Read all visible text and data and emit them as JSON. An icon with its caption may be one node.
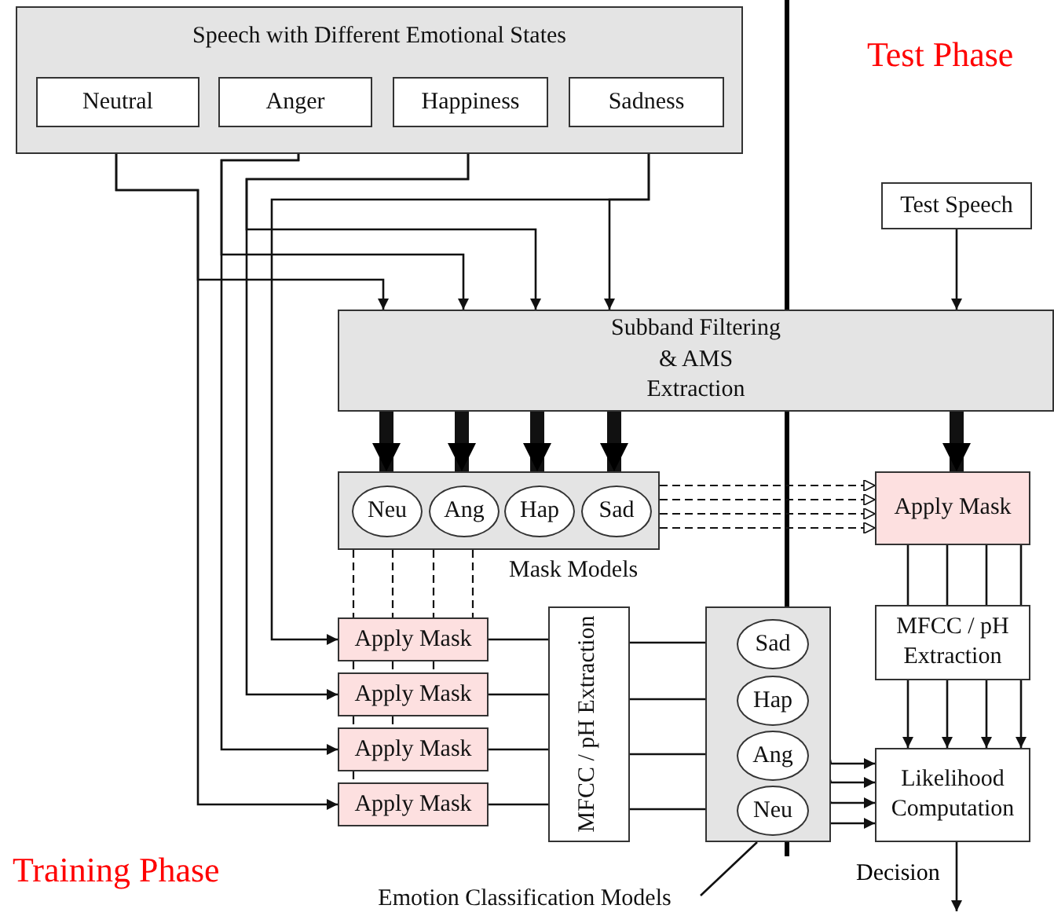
{
  "diagram": {
    "nodes": [
      {
        "text": [
          "Speech with Different Emotional States"
        ]
      },
      {
        "text": [
          "Neutral"
        ],
        "in": 0
      },
      {
        "text": [
          "Anger"
        ],
        "in": 0
      },
      {
        "text": [
          "Happiness"
        ],
        "in": 0
      },
      {
        "text": [
          "Sadness"
        ],
        "in": 0
      },
      {
        "text": [
          "Test Speech"
        ]
      },
      {
        "text": [
          "Subband Filtering & AMS Extraction"
        ]
      },
      {
        "text": [],
        "shape": "box",
        "beside": [
          "Mask Models"
        ]
      },
      {
        "text": [
          "Neu"
        ],
        "in": 7
      },
      {
        "text": [
          "Ang"
        ],
        "in": 7
      },
      {
        "text": [
          "Hap"
        ],
        "in": 7
      },
      {
        "text": [
          "Sad"
        ],
        "in": 7
      },
      {
        "text": [
          "Apply Mask"
        ]
      },
      {
        "text": [
          "Apply Mask"
        ]
      },
      {
        "text": [
          "Apply Mask"
        ]
      },
      {
        "text": [
          "Apply Mask"
        ]
      },
      {
        "text": [
          "Apply Mask"
        ]
      },
      {
        "text": [
          "MFCC / pH Extraction"
        ]
      },
      {
        "text": [],
        "shape": "box"
      },
      {
        "text": [
          "Sad"
        ],
        "in": 18
      },
      {
        "text": [
          "Hap"
        ],
        "in": 18
      },
      {
        "text": [
          "Ang"
        ],
        "in": 18
      },
      {
        "text": [
          "Neu"
        ],
        "in": 18
      },
      {
        "text": [
          "MFCC / pH Extraction"
        ]
      },
      {
        "text": [
          "Likelihood Computation"
        ]
      },
      {
        "text": [
          "Emotion Classification Models"
        ]
      }
    ],
    "edges": [
      {
        "from": 1,
        "to": 16,
        "arrow": "to"
      },
      {
        "from": 1,
        "to": 6,
        "arrow": "to"
      },
      {
        "from": 2,
        "to": 15,
        "arrow": "to"
      },
      {
        "from": 2,
        "to": 6,
        "arrow": "to"
      },
      {
        "from": 3,
        "to": 14,
        "arrow": "to"
      },
      {
        "from": 3,
        "to": 6,
        "arrow": "to"
      },
      {
        "from": 4,
        "to": 13,
        "arrow": "to"
      },
      {
        "from": 4,
        "to": 6,
        "arrow": "to"
      },
      {
        "from": 5,
        "to": 6,
        "arrow": "to"
      },
      {
        "from": 6,
        "to": 7,
        "arrow": "to",
        "style": "thick"
      },
      {
        "from": 6,
        "to": 7,
        "arrow": "to",
        "style": "thick"
      },
      {
        "from": 6,
        "to": 7,
        "arrow": "to",
        "style": "thick"
      },
      {
        "from": 6,
        "to": 7,
        "arrow": "to",
        "style": "thick"
      },
      {
        "from": 6,
        "to": 12,
        "arrow": "to",
        "style": "thick"
      },
      {
        "from": 7,
        "to": 12,
        "arrow": "to",
        "style": "dashed"
      },
      {
        "from": 7,
        "to": 12,
        "arrow": "to",
        "style": "dashed"
      },
      {
        "from": 7,
        "to": 12,
        "arrow": "to",
        "style": "dashed"
      },
      {
        "from": 7,
        "to": 12,
        "arrow": "to",
        "style": "dashed"
      },
      {
        "from": 7,
        "to": 13,
        "arrow": "none",
        "style": "dashed"
      },
      {
        "from": 7,
        "to": 13,
        "arrow": "none",
        "style": "dashed"
      },
      {
        "from": 7,
        "to": 13,
        "arrow": "none",
        "style": "dashed"
      },
      {
        "from": 7,
        "to": 13,
        "arrow": "none",
        "style": "dashed"
      },
      {
        "from": 13,
        "to": 17,
        "arrow": "none"
      },
      {
        "from": 14,
        "to": 17,
        "arrow": "none"
      },
      {
        "from": 15,
        "to": 17,
        "arrow": "none"
      },
      {
        "from": 16,
        "to": 17,
        "arrow": "none"
      },
      {
        "from": 17,
        "to": 19,
        "arrow": "to"
      },
      {
        "from": 17,
        "to": 20,
        "arrow": "to"
      },
      {
        "from": 17,
        "to": 21,
        "arrow": "to"
      },
      {
        "from": 17,
        "to": 22,
        "arrow": "to"
      },
      {
        "from": 19,
        "to": 24,
        "arrow": "to"
      },
      {
        "from": 20,
        "to": 24,
        "arrow": "to"
      },
      {
        "from": 21,
        "to": 24,
        "arrow": "to"
      },
      {
        "from": 22,
        "to": 24,
        "arrow": "to"
      },
      {
        "from": 12,
        "to": 23,
        "arrow": "none"
      },
      {
        "from": 12,
        "to": 23,
        "arrow": "none"
      },
      {
        "from": 12,
        "to": 23,
        "arrow": "none"
      },
      {
        "from": 12,
        "to": 23,
        "arrow": "none"
      },
      {
        "from": 23,
        "to": 24,
        "arrow": "to"
      },
      {
        "from": 23,
        "to": 24,
        "arrow": "to"
      },
      {
        "from": 23,
        "to": 24,
        "arrow": "to"
      },
      {
        "from": 23,
        "to": 24,
        "arrow": "to"
      },
      {
        "from": 24,
        "to": null,
        "arrow": "to",
        "label": "Decision"
      },
      {
        "from": 25,
        "to": 18,
        "arrow": "none"
      },
      {
        "from": 13,
        "to": 14,
        "arrow": "none",
        "style": "dashed"
      },
      {
        "from": 13,
        "to": 14,
        "arrow": "none",
        "style": "dashed"
      },
      {
        "from": 13,
        "to": 14,
        "arrow": "none",
        "style": "dashed"
      },
      {
        "from": 14,
        "to": 15,
        "arrow": "none",
        "style": "dashed"
      },
      {
        "from": 14,
        "to": 15,
        "arrow": "none",
        "style": "dashed"
      },
      {
        "from": 15,
        "to": 16,
        "arrow": "none",
        "style": "dashed"
      }
    ],
    "labels": [
      "Test Phase",
      "Training Phase"
    ]
  }
}
